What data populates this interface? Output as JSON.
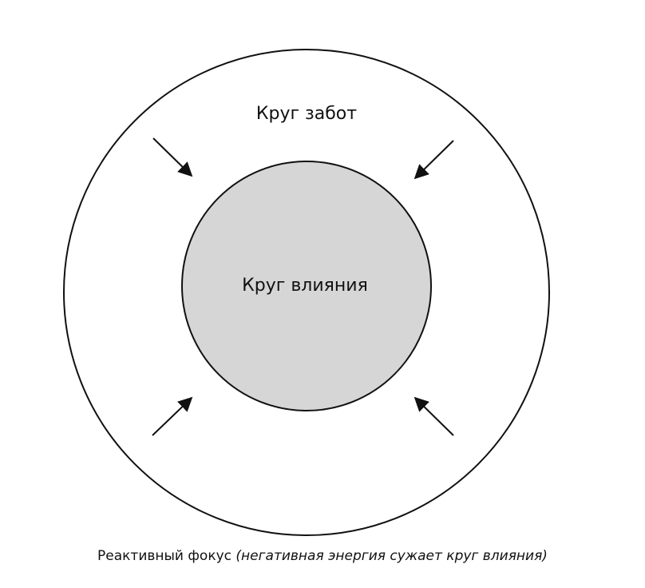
{
  "diagram": {
    "outer_label": "Круг забот",
    "inner_label": "Круг влияния",
    "caption_main": "Реактивный фокус",
    "caption_note": "(негативная энергия сужает круг влияния)",
    "colors": {
      "stroke": "#111111",
      "inner_fill": "#d6d6d6",
      "background": "#ffffff"
    }
  }
}
